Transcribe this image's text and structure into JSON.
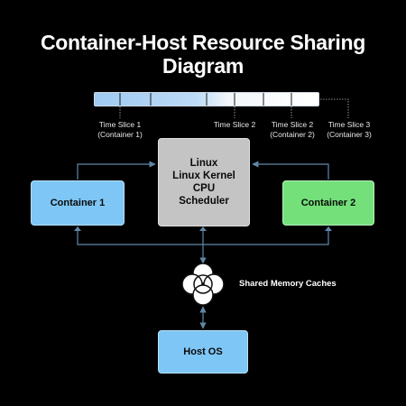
{
  "title": {
    "line1": "Container-Host Resource Sharing",
    "line2": "Diagram"
  },
  "timeline": {
    "slices": [
      {
        "line1": "Time Slice 1",
        "line2": "(Container 1)"
      },
      {
        "line1": "Time Slice 2",
        "line2": ""
      },
      {
        "line1": "Time Slice 2",
        "line2": "(Container 2)"
      },
      {
        "line1": "Time Slice 3",
        "line2": "(Container 3)"
      }
    ]
  },
  "nodes": {
    "scheduler": {
      "lines": [
        "Linux",
        "Linux Kernel",
        "CPU",
        "Scheduler"
      ],
      "color": "#c4c4c4"
    },
    "container1": {
      "label": "Container 1",
      "color": "#7ec6f5"
    },
    "container2": {
      "label": "Container 2",
      "color": "#73e07a"
    },
    "shared_cache": {
      "label": "Shared Memory Caches",
      "icon": "overlapping-circles-icon"
    },
    "host_os": {
      "label": "Host OS",
      "color": "#7ec6f5"
    }
  },
  "colors": {
    "background": "#000000",
    "connector": "#5f88a8",
    "timeline_divider": "#1a1a1a"
  }
}
